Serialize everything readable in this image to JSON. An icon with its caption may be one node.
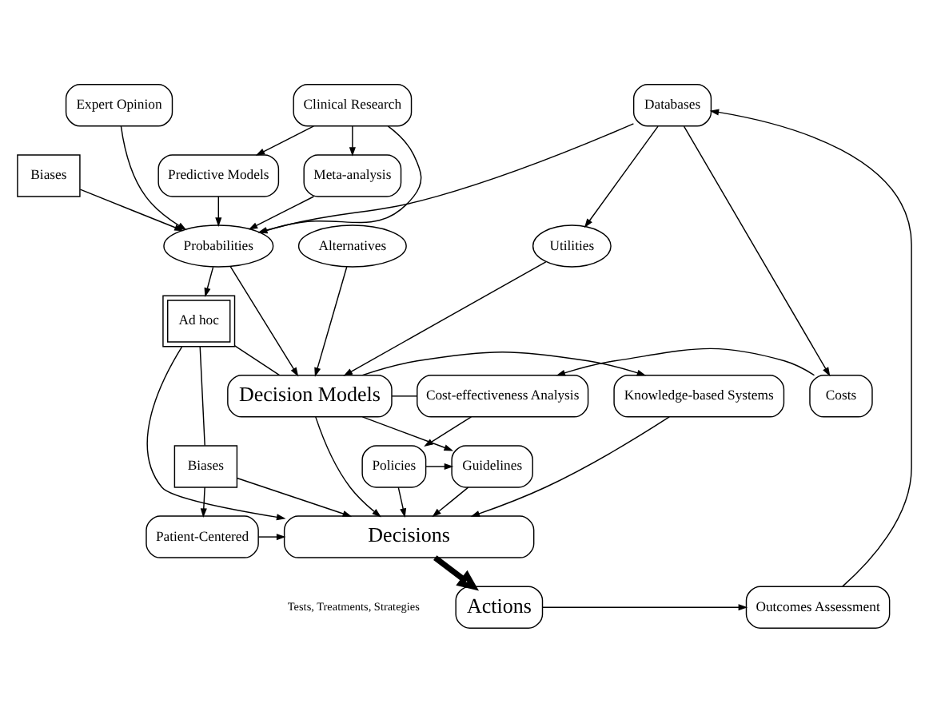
{
  "diagram": {
    "nodes": [
      {
        "text": [
          "Expert Opinion"
        ]
      },
      {
        "text": [
          "Clinical Research"
        ]
      },
      {
        "text": [
          "Databases"
        ]
      },
      {
        "text": [
          "Biases"
        ]
      },
      {
        "text": [
          "Predictive Models"
        ]
      },
      {
        "text": [
          "Meta-analysis"
        ]
      },
      {
        "text": [
          "Alternatives"
        ]
      },
      {
        "text": [
          "Probabilities"
        ]
      },
      {
        "text": [
          "Utilities"
        ]
      },
      {
        "text": [
          "Decision Models"
        ]
      },
      {
        "text": [
          "Knowledge-based Systems"
        ]
      },
      {
        "text": [
          "Ad hoc"
        ]
      },
      {
        "text": [
          "Cost-effectiveness Analysis"
        ]
      },
      {
        "text": [
          "Costs"
        ]
      },
      {
        "text": [
          "Biases"
        ]
      },
      {
        "text": [
          "Guidelines"
        ]
      },
      {
        "text": [
          "Policies"
        ]
      },
      {
        "text": [
          "Patient-Centered"
        ]
      },
      {
        "text": [
          "Decisions"
        ]
      },
      {
        "text": [
          "Actions"
        ],
        "beside": [
          "Tests, Treatments, Strategies"
        ]
      },
      {
        "text": [
          "Outcomes Assessment"
        ]
      }
    ],
    "edges": [
      {
        "from": 0,
        "to": 7,
        "arrow": "to"
      },
      {
        "from": 3,
        "to": 7,
        "arrow": "to"
      },
      {
        "from": 1,
        "to": 4,
        "arrow": "to"
      },
      {
        "from": 1,
        "to": 7,
        "arrow": "to"
      },
      {
        "from": 1,
        "to": 5,
        "arrow": "to"
      },
      {
        "from": 4,
        "to": 7,
        "arrow": "to"
      },
      {
        "from": 5,
        "to": 7,
        "arrow": "to"
      },
      {
        "from": 2,
        "to": 7,
        "arrow": "to"
      },
      {
        "from": 2,
        "to": 8,
        "arrow": "to"
      },
      {
        "from": 2,
        "to": 13,
        "arrow": "to"
      },
      {
        "from": 6,
        "to": 9,
        "arrow": "to"
      },
      {
        "from": 7,
        "to": 9,
        "arrow": "to"
      },
      {
        "from": 8,
        "to": 9,
        "arrow": "to"
      },
      {
        "from": 7,
        "to": 11,
        "arrow": "to"
      },
      {
        "from": 11,
        "to": 9,
        "arrow": "none"
      },
      {
        "from": 9,
        "to": 10,
        "arrow": "to"
      },
      {
        "from": 9,
        "to": 12,
        "arrow": "none"
      },
      {
        "from": 13,
        "to": 12,
        "arrow": "to"
      },
      {
        "from": 9,
        "to": 15,
        "arrow": "to"
      },
      {
        "from": 9,
        "to": 18,
        "arrow": "to"
      },
      {
        "from": 12,
        "to": 16,
        "arrow": "to"
      },
      {
        "from": 16,
        "to": 15,
        "arrow": "to"
      },
      {
        "from": 11,
        "to": 14,
        "arrow": "none"
      },
      {
        "from": 14,
        "to": 17,
        "arrow": "to"
      },
      {
        "from": 11,
        "to": 18,
        "arrow": "to"
      },
      {
        "from": 14,
        "to": 18,
        "arrow": "to"
      },
      {
        "from": 10,
        "to": 18,
        "arrow": "to"
      },
      {
        "from": 15,
        "to": 18,
        "arrow": "to"
      },
      {
        "from": 16,
        "to": 18,
        "arrow": "to"
      },
      {
        "from": 17,
        "to": 18,
        "arrow": "to"
      },
      {
        "from": 18,
        "to": 19,
        "arrow": "to",
        "style": "thick"
      },
      {
        "from": 19,
        "to": 20,
        "arrow": "to"
      },
      {
        "from": 20,
        "to": 2,
        "arrow": "to"
      }
    ]
  }
}
